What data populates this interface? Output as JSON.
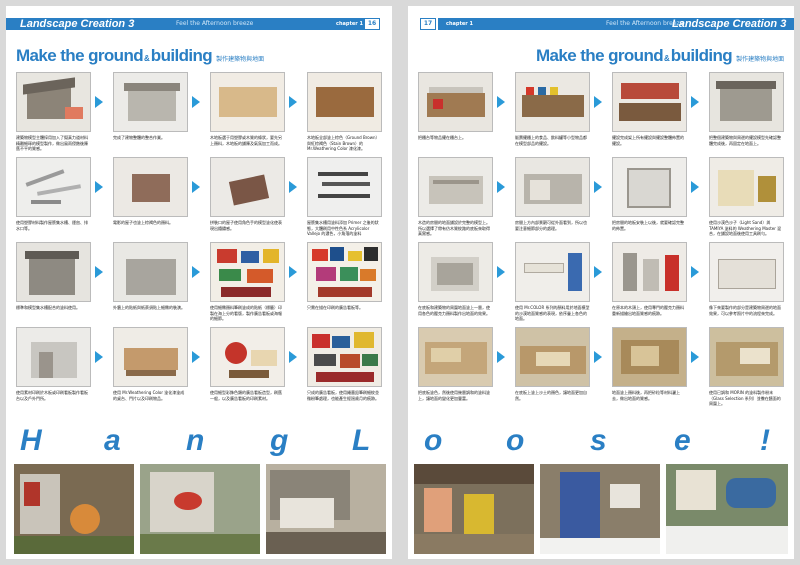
{
  "left": {
    "magazine_title": "Landscape Creation 3",
    "subtitle": "Feel the Afternoon breeze",
    "chapter": "chapter 1",
    "page_number": "16",
    "section_main": "Make the ground",
    "section_amp": "&",
    "section_main2": "building",
    "section_cn": "製作建築物與地面",
    "captions": [
      "建築物模型主體採用加入了擬真力道材料精雕細琢的模型製作，做出風雨侵蝕後陳舊不平的質感。",
      "完成了建物整體的整合作業。",
      "木地板選于用塑膠或木質的條狀，要先另上顏料，木地板的鋪陳及氣氛加工而成。",
      "木地板全部塗上棕色（Ground Brown）與紅棕褐色（Stain Brown）的 Mr.Weathering Color 漆化漆。",
      "使用塑膠材料製作屋簷集水槽、煙囪、排水口等。",
      "電影的屋子也塗上棕褐色的顏料。",
      "拼裝口的屋子使用角色手的模型塗化使表現出鐵鏽感。",
      "屋簷集水槽用塗料添加 Primer 之後的狀態，大體刷用中性色系 Acrylicolor Vallejo 的濃色，小角落的塗料 Mr.COLOR 顏色力塗料。",
      "標準和模型集水槽配合的塗料使用。",
      "外牆上的貼紙與紙蔡須貼上細緻的裝潢。",
      "使用細緻顏料筆刷塗成的貼紙（標籤）印製在海上分的看版，製作廣告看板或海報的細節。",
      "只需在描在印刷的廣告看板等。",
      "使用素材印刷於木板或印刷看板製作看板台以及戶外門所。",
      "使用 Mr.Weathering Color 塗化漆塗成的桌台、門片以及印刷物品。",
      "使用細型彩飾色類的廣告看板造型，刷舊一般，以及廣告看板的印刷素材。",
      "只成的廣告看板，使用繩墨鉛筆刷細紋並微粉筆處理，也能產生經過歲月的痕跡。"
    ],
    "headline_letters": [
      "H",
      "a",
      "n",
      "g",
      "L"
    ]
  },
  "right": {
    "magazine_title": "Landscape Creation 3",
    "subtitle": "Feel the Afternoon breeze",
    "chapter": "chapter 1",
    "page_number": "17",
    "section_main": "Make the ground",
    "section_amp": "&",
    "section_main2": "building",
    "section_cn": "製作建築物與地面",
    "captions": [
      "把櫃台等物品擺在櫃台上。",
      "販賣擺櫃上的食品、飲料罐等小型物品都在模型部品的擺設。",
      "擺設完成架上所有擺設與擺設整體佈置的擺設。",
      "把整個建築物與周邊的擺設模型先確認整體完成後，再固定在地面上。",
      "木造的房間的地面鋪設於完整的模型上。所以選擇了帶有仿木質紋路的底板來取得真實感。",
      "房間上方內部景觀可從外面看到，所以也要注意細節部分的處理。",
      "把房間的地板安裝上以後，就要確認完整的佈置。",
      "使用沙漠色沙子（Light Sand）與 TAMIYA 塗料的 Weathering Master 混合，在鋪設地面後使用工具刷勻。",
      "在底板和建築物的周圍地面塗上一層，使用各色的壓克力顏料製作出地面的效果。",
      "使用 Mr.COLOR 系列的顏料用於地面模型的沙漠地面質感的表現，依序疊上各色的地面。",
      "在原本的木頭上，使用專門的壓克力顏料重新描繪出地面質感的痕跡。",
      "像下來要製作的部分是建築物周邊的地面效果，可以參考照片中的流程來完成。",
      "把底板塗色，然後使用幾層調和的塗料塗上，讓地面的變化更加豐富。",
      "在底板上塗上沙土的顏色，讓地面更加自然。",
      "地面塗上顏料後，再把砂粒等材料灑上去，做出地面的質感。",
      "使用已調和 MORIN 的塗料製作粉末（Glass Selection 系列）並撒在牆面的周圍上。"
    ],
    "headline_letters": [
      "o",
      "o",
      "s",
      "e",
      "!"
    ]
  },
  "colors": {
    "accent": "#2a7fc4",
    "arrow": "#2a9ad8"
  }
}
